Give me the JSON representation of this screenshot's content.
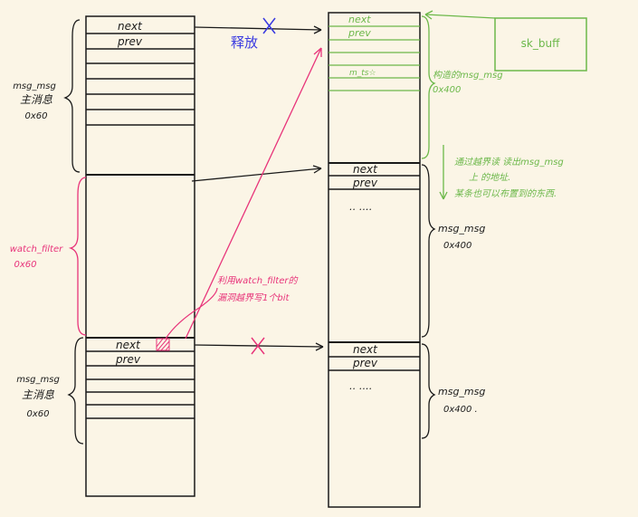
{
  "colors": {
    "ink": "#1a1a1a",
    "green": "#6cb84a",
    "pink": "#e8347a",
    "blue": "#3a3ae0",
    "background": "#fbf5e6"
  },
  "left_top_block": {
    "field_next": "next",
    "field_prev": "prev",
    "label_lines": [
      "msg_msg",
      "主消息",
      "0x60"
    ]
  },
  "left_mid_block": {
    "label_lines": [
      "watch_filter",
      "0x60"
    ]
  },
  "left_bottom_block": {
    "field_next": "next",
    "field_prev": "prev",
    "label_lines": [
      "msg_msg",
      "主消息",
      "0x60"
    ]
  },
  "right_top_block": {
    "field_next": "next",
    "field_prev": "prev",
    "field_mts": "m_ts☆",
    "label_lines": [
      "构造的msg_msg",
      "0x400"
    ]
  },
  "right_mid_block": {
    "field_next": "next",
    "field_prev": "prev",
    "ellipsis": "‥ ‥‥",
    "label_lines": [
      "msg_msg",
      "0x400"
    ]
  },
  "right_bottom_block": {
    "field_next": "next",
    "field_prev": "prev",
    "ellipsis": "‥ ‥‥",
    "label_lines": [
      "msg_msg",
      "0x400 ."
    ]
  },
  "sk_buff": {
    "label": "sk_buff"
  },
  "annotations": {
    "release": "释放",
    "oob_read_lines": [
      "通过越界读 读出msg_msg",
      "上 的地址.",
      "某条也可以布置到的东西."
    ],
    "watch_filter_note_lines": [
      "利用watch_filter的",
      "漏洞越界写1个bit"
    ]
  }
}
